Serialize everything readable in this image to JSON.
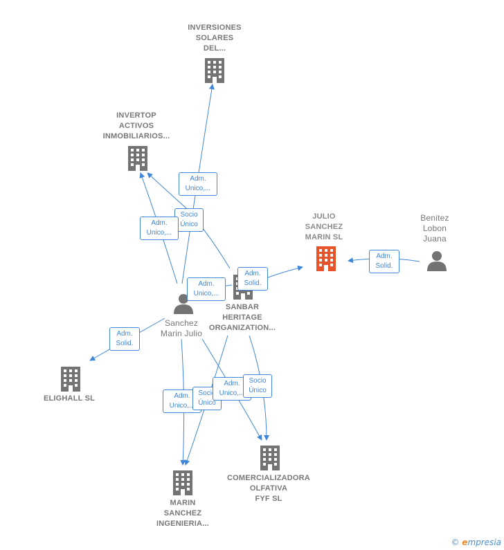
{
  "colors": {
    "edge": "#3f86d8",
    "company": "#737373",
    "focus": "#e8542a",
    "person": "#737373"
  },
  "nodes": {
    "inversiones": {
      "label": "INVERSIONES\nSOLARES\nDEL...",
      "icon": "building-icon"
    },
    "invertop": {
      "label": "INVERTOP\nACTIVOS\nINMOBILIARIOS...",
      "icon": "building-icon"
    },
    "julio_sl": {
      "label": "JULIO\nSANCHEZ\nMARIN  SL",
      "icon": "building-icon"
    },
    "benitez": {
      "label": "Benitez\nLobon\nJuana",
      "icon": "person-icon"
    },
    "sanbar": {
      "label": "SANBAR\nHERITAGE\nORGANIZATION...",
      "icon": "building-icon"
    },
    "sanchez": {
      "label": "Sanchez\nMarin Julio",
      "icon": "person-icon"
    },
    "elighall": {
      "label": "ELIGHALL  SL",
      "icon": "building-icon"
    },
    "comercializadora": {
      "label": "COMERCIALIZADORA\nOLFATIVA\nFYF  SL",
      "icon": "building-icon"
    },
    "marin_ing": {
      "label": "MARIN\nSANCHEZ\nINGENIERIA...",
      "icon": "building-icon"
    }
  },
  "edge_labels": {
    "adm_inversiones": "Adm.\nUnico,...",
    "socio_invertop": "Socio\nÚnico",
    "adm_invertop": "Adm.\nUnico,...",
    "adm_sanbar": "Adm.\nUnico,...",
    "adm_solid_julio": "Adm.\nSolid.",
    "adm_solid_benitez": "Adm.\nSolid.",
    "adm_solid_elighall": "Adm.\nSolid.",
    "adm_marin": "Adm.\nUnico,...",
    "socio_marin": "Socio\nÚnico",
    "adm_comer": "Adm.\nUnico,...",
    "socio_comer": "Socio\nÚnico"
  },
  "footer": {
    "copyright": "©",
    "brand_first": "e",
    "brand_rest": "mpresia"
  }
}
